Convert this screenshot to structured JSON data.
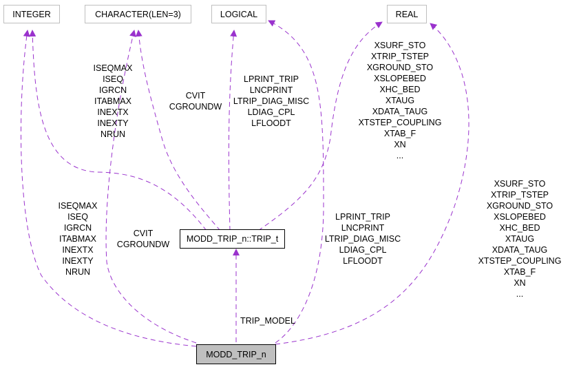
{
  "diagram": {
    "edge_color": "#9a32cd",
    "nodes": {
      "integer": "INTEGER",
      "character": "CHARACTER(LEN=3)",
      "logical": "LOGICAL",
      "real": "REAL",
      "trip_t": "MODD_TRIP_n::TRIP_t",
      "modd_trip_n": "MODD_TRIP_n"
    },
    "labels": {
      "integer_from_trip_t": [
        "ISEQMAX",
        "ISEQ",
        "IGRCN",
        "ITABMAX",
        "INEXTX",
        "INEXTY",
        "NRUN"
      ],
      "character_from_trip_t": [
        "CVIT",
        "CGROUNDW"
      ],
      "logical_from_trip_t": [
        "LPRINT_TRIP",
        "LNCPRINT",
        "LTRIP_DIAG_MISC",
        "LDIAG_CPL",
        "LFLOODT"
      ],
      "real_from_trip_t": [
        "XSURF_STO",
        "XTRIP_TSTEP",
        "XGROUND_STO",
        "XSLOPEBED",
        "XHC_BED",
        "XTAUG",
        "XDATA_TAUG",
        "XTSTEP_COUPLING",
        "XTAB_F",
        "XN",
        "..."
      ],
      "integer_from_main": [
        "ISEQMAX",
        "ISEQ",
        "IGRCN",
        "ITABMAX",
        "INEXTX",
        "INEXTY",
        "NRUN"
      ],
      "character_from_main": [
        "CVIT",
        "CGROUNDW"
      ],
      "logical_from_main": [
        "LPRINT_TRIP",
        "LNCPRINT",
        "LTRIP_DIAG_MISC",
        "LDIAG_CPL",
        "LFLOODT"
      ],
      "real_from_main": [
        "XSURF_STO",
        "XTRIP_TSTEP",
        "XGROUND_STO",
        "XSLOPEBED",
        "XHC_BED",
        "XTAUG",
        "XDATA_TAUG",
        "XTSTEP_COUPLING",
        "XTAB_F",
        "XN",
        "..."
      ],
      "trip_model": "TRIP_MODEL"
    }
  }
}
